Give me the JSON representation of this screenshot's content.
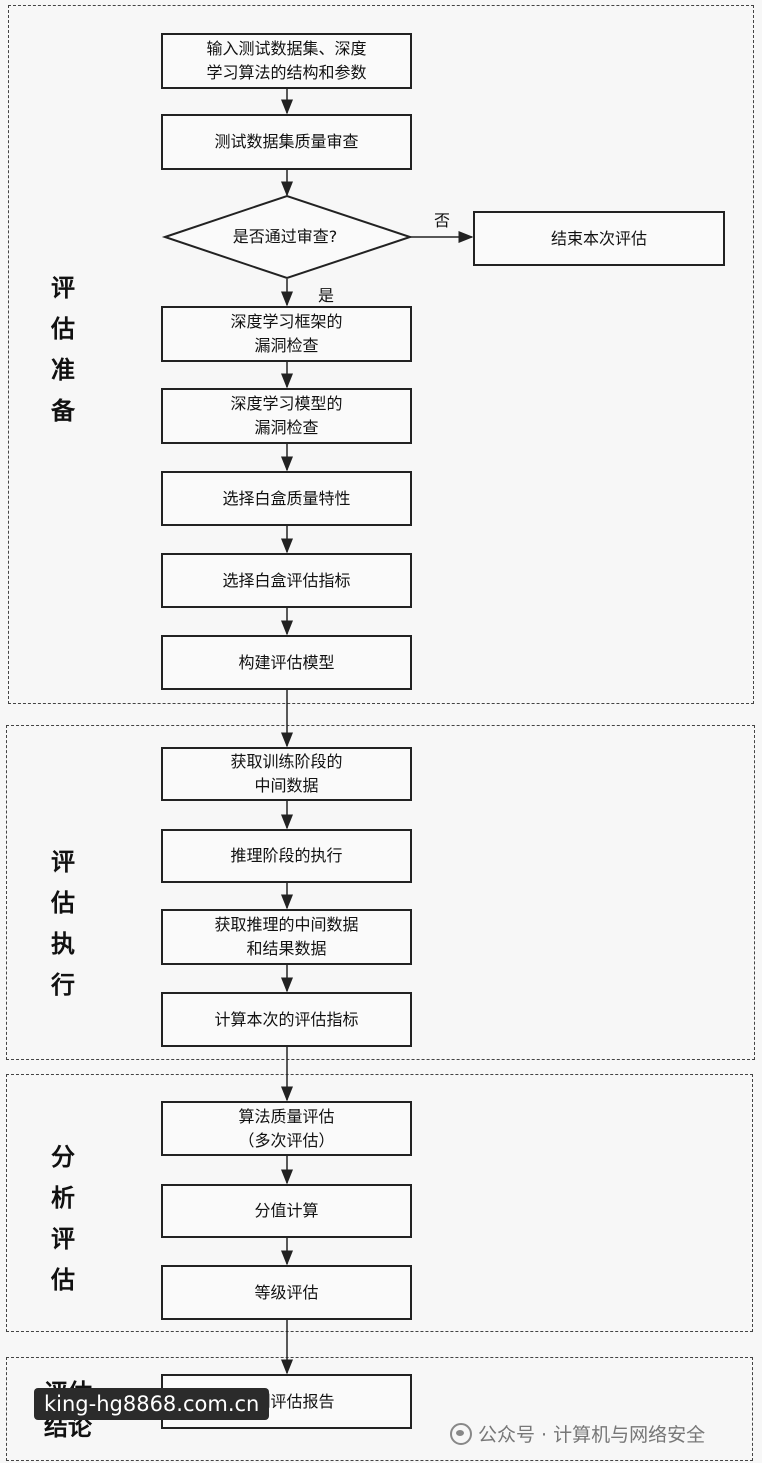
{
  "phases": {
    "prepare": "评\n估\n准\n备",
    "execute": "评\n估\n执\n行",
    "analyze": "分\n析\n评\n估",
    "conclude": "评估\n结论"
  },
  "steps": {
    "input": "输入测试数据集、深度\n学习算法的结构和参数",
    "quality_review": "测试数据集质量审查",
    "decision": "是否通过审查?",
    "end_eval": "结束本次评估",
    "framework_check": "深度学习框架的\n漏洞检查",
    "model_check": "深度学习模型的\n漏洞检查",
    "select_features": "选择白盒质量特性",
    "select_metrics": "选择白盒评估指标",
    "build_model": "构建评估模型",
    "train_data": "获取训练阶段的\n中间数据",
    "inference_exec": "推理阶段的执行",
    "inference_data": "获取推理的中间数据\n和结果数据",
    "compute_metrics": "计算本次的评估指标",
    "algo_quality": "算法质量评估\n（多次评估）",
    "score_calc": "分值计算",
    "grade_eval": "等级评估",
    "report": "编制评估报告"
  },
  "edge_labels": {
    "yes": "是",
    "no": "否"
  },
  "watermarks": {
    "left": "king-hg8868.com.cn",
    "right": "公众号 · 计算机与网络安全"
  }
}
